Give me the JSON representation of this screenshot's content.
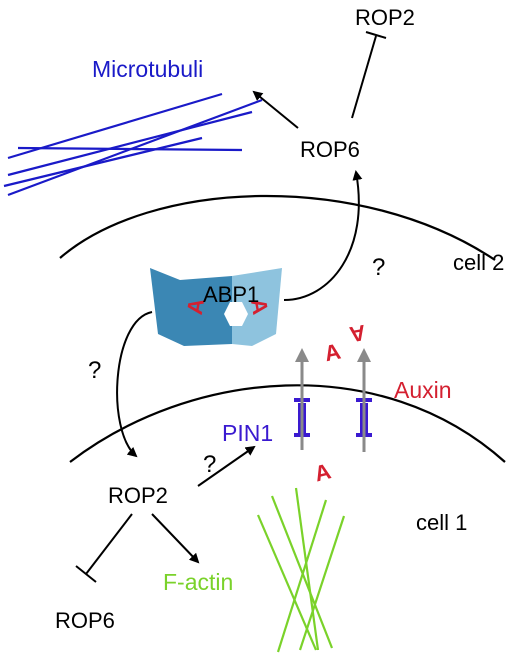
{
  "labels": {
    "rop2_top": "ROP2",
    "microtubuli": "Microtubuli",
    "rop6_top": "ROP6",
    "cell2": "cell 2",
    "abp1": "ABP1",
    "question_top": "?",
    "question_left": "?",
    "question_mid": "?",
    "auxin": "Auxin",
    "pin1": "PIN1",
    "rop2_bottom": "ROP2",
    "cell1": "cell 1",
    "factin": "F-actin",
    "rop6_bottom": "ROP6",
    "auxin_glyph": "A"
  },
  "colors": {
    "microtubuli": "#1a1ac8",
    "auxin": "#d42030",
    "pin1": "#3a1ad0",
    "factin": "#7ad22a",
    "abp1_dark": "#3b87b4",
    "abp1_light": "#8ec3de",
    "arrow_gray": "#8a8a8a"
  }
}
